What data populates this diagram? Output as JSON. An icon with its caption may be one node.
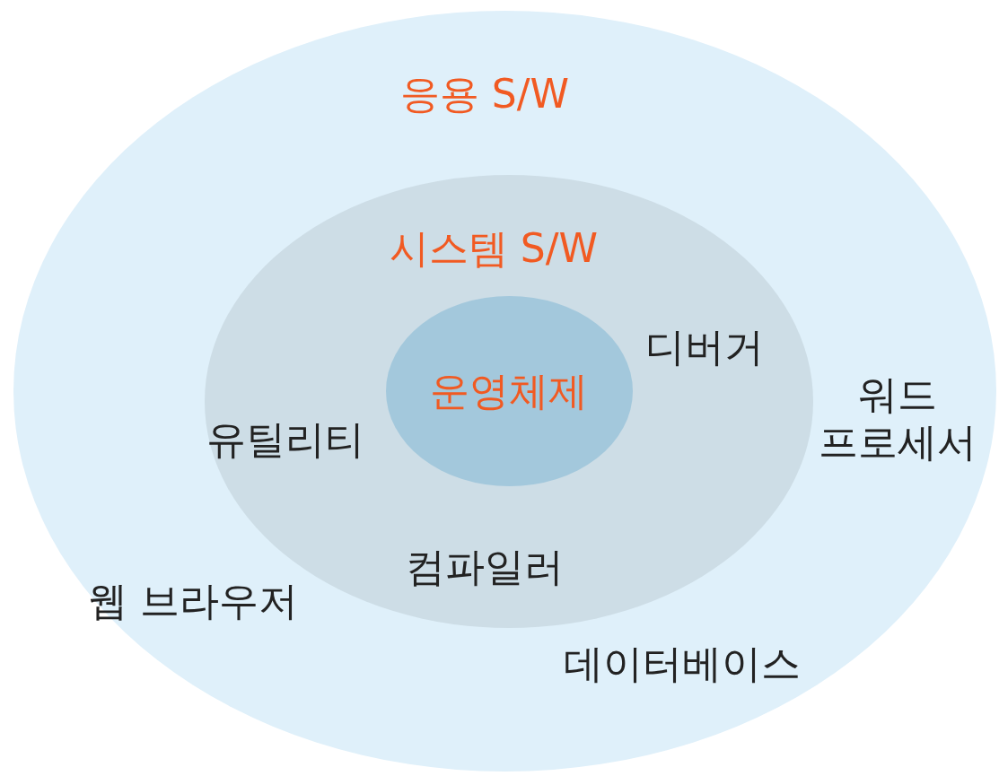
{
  "diagram": {
    "nodes": [
      {
        "text": [
          "응용 S/W",
          "워드 프로세서",
          "웹 브라우저",
          "데이터베이스"
        ]
      },
      {
        "text": [
          "시스템 S/W",
          "디버거",
          "유틸리티",
          "컴파일러"
        ],
        "in": 0
      },
      {
        "text": [
          "운영체제"
        ],
        "in": 1
      }
    ],
    "edges": []
  }
}
